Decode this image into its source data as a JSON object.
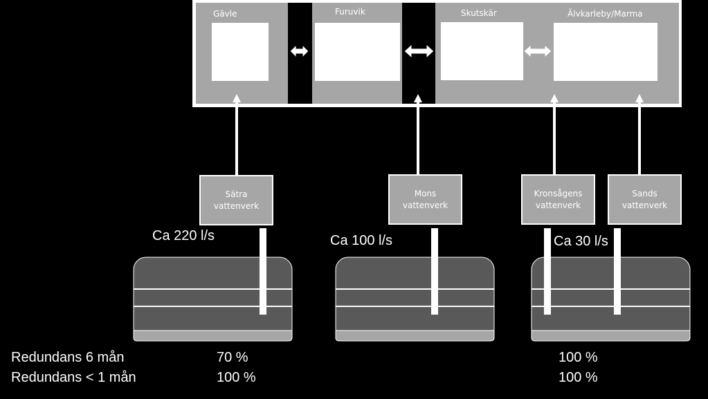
{
  "regions": [
    {
      "name": "Gävle"
    },
    {
      "name": "Furuvik"
    },
    {
      "name": "Skutskär"
    },
    {
      "name": "Älvkarleby/Marma"
    }
  ],
  "plants": [
    {
      "line1": "Sätra",
      "line2": "vattenverk"
    },
    {
      "line1": "Mons",
      "line2": "vattenverk"
    },
    {
      "line1": "Kronsågens",
      "line2": "vattenverk"
    },
    {
      "line1": "Sands",
      "line2": "vattenverk"
    }
  ],
  "flows": [
    "Ca 220 l/s",
    "Ca 100 l/s",
    "Ca 30 l/s"
  ],
  "redundancy": {
    "row1_label": "Redundans 6 mån",
    "row2_label": "Redundans < 1 mån",
    "col1": [
      "70 %",
      "100 %"
    ],
    "col2": [
      "100 %",
      "100 %"
    ]
  },
  "colors": {
    "panel": "#a6a6a6",
    "aquifer": "#595959",
    "background": "#000000",
    "line": "#ffffff"
  }
}
